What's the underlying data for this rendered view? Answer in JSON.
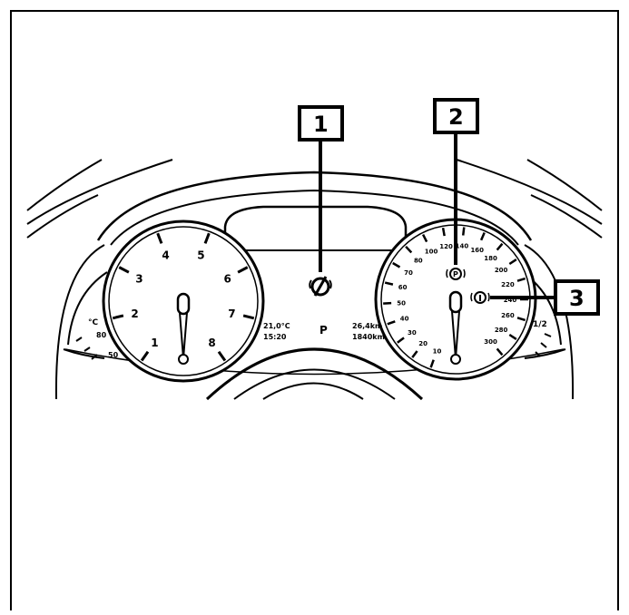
{
  "callouts": [
    "1",
    "2",
    "3"
  ],
  "tachometer": {
    "labels": [
      "1",
      "2",
      "3",
      "4",
      "5",
      "6",
      "7",
      "8"
    ]
  },
  "coolant_gauge": {
    "unit": "°C",
    "labels": [
      "80",
      "50"
    ]
  },
  "speedometer": {
    "labels": [
      "10",
      "20",
      "30",
      "40",
      "50",
      "60",
      "70",
      "80",
      "100",
      "120",
      "140",
      "160",
      "180",
      "200",
      "220",
      "240",
      "260",
      "280",
      "300"
    ]
  },
  "fuel_gauge": {
    "label": "1/2"
  },
  "display": {
    "outside_temp": "21,0°C",
    "clock": "15:20",
    "gear": "P",
    "trip": "26,4km",
    "odometer": "1840km"
  },
  "icons": {
    "center_warning": "brake-failure-icon",
    "parking_brake": "parking-brake-icon",
    "info": "info-icon"
  }
}
